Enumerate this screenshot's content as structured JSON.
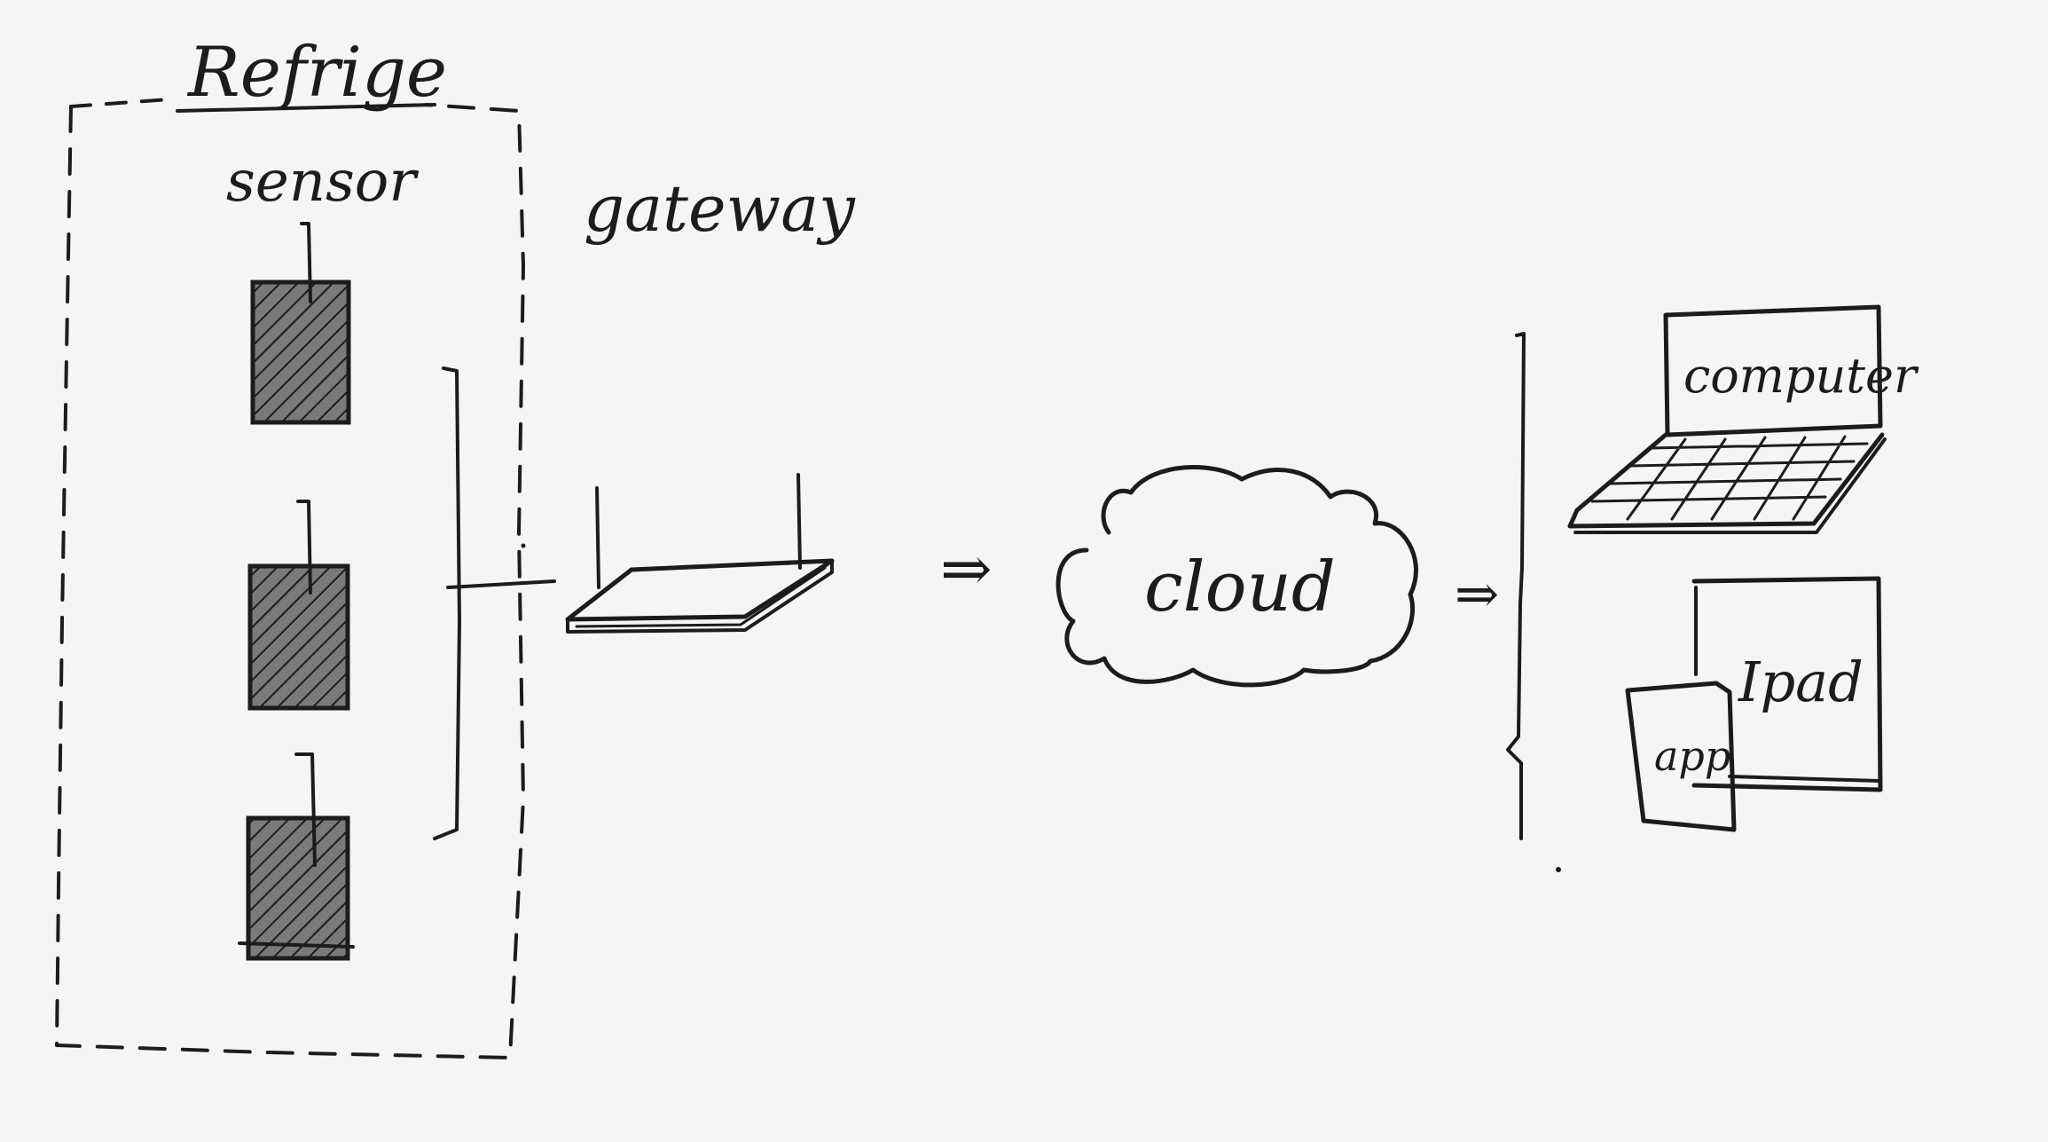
{
  "diagram": {
    "group_label": "Refrige",
    "sensor_label": "sensor",
    "gateway_label": "gateway",
    "cloud_label": "cloud",
    "computer_label": "computer",
    "ipad_label": "Ipad",
    "app_label": "app",
    "arrow_glyph": "⇒"
  },
  "colors": {
    "background": "#f5f5f3",
    "ink": "#1c1c1c",
    "sensor_fill": "#6a6a6a"
  },
  "icons": [
    "sensor-block-icon",
    "gateway-router-icon",
    "cloud-icon",
    "laptop-icon",
    "tablet-icon",
    "phone-icon"
  ]
}
